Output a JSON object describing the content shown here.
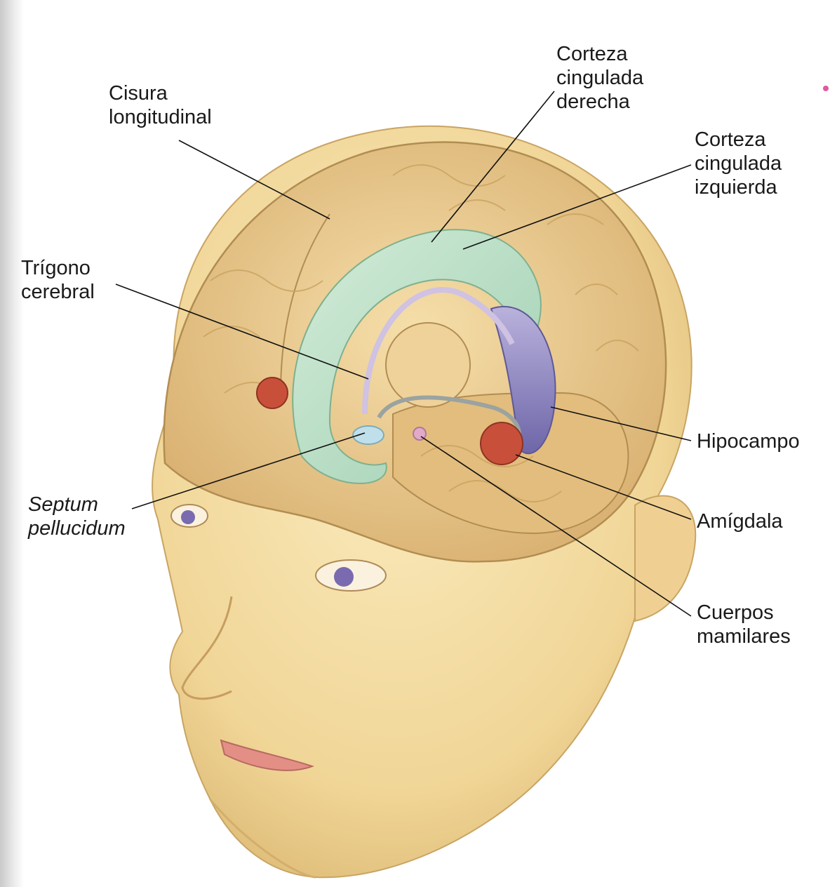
{
  "labels": {
    "cisura": [
      "Cisura",
      "longitudinal"
    ],
    "cingulada_derecha": [
      "Corteza",
      "cingulada",
      "derecha"
    ],
    "cingulada_izquierda": [
      "Corteza",
      "cingulada",
      "izquierda"
    ],
    "trigono": [
      "Trígono",
      "cerebral"
    ],
    "septum": [
      "Septum",
      "pellucidum"
    ],
    "hipocampo": [
      "Hipocampo"
    ],
    "amigdala": [
      "Amígdala"
    ],
    "cuerpos": [
      "Cuerpos",
      "mamilares"
    ]
  },
  "colors": {
    "skin": "#f3dca0",
    "brain": "#e8c98a",
    "cingulate": "#b9dcc4",
    "hippocampus": "#8e86c2",
    "amygdala": "#c8503a",
    "fornix": "#d8cde6",
    "iris": "#7a6bb0"
  }
}
